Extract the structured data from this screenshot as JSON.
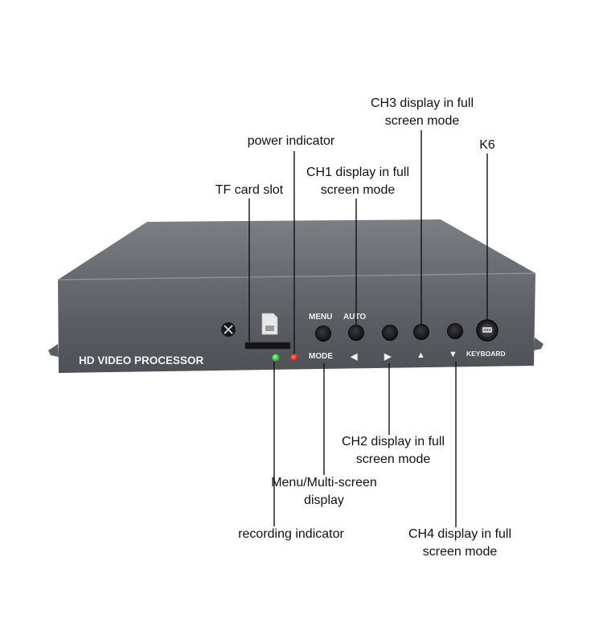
{
  "device": {
    "brand_label": "HD VIDEO PROCESSOR",
    "button_labels": {
      "menu": "MENU",
      "auto": "AUTO",
      "mode": "MODE",
      "keyboard": "KEYBOARD"
    },
    "arrow_glyphs": {
      "left": "◀",
      "right": "▶",
      "up": "▲",
      "down": "▼"
    },
    "indicator_colors": {
      "power": "#e01818",
      "recording": "#18c030"
    },
    "body_color": "#5b5e62",
    "top_color": "#6e7176"
  },
  "callouts": {
    "ch3": {
      "line1": "CH3 display in full",
      "line2": "screen mode"
    },
    "power": {
      "line1": "power indicator"
    },
    "k6": {
      "line1": "K6"
    },
    "ch1": {
      "line1": "CH1 display in full",
      "line2": "screen mode"
    },
    "tf_card": {
      "line1": "TF card slot"
    },
    "ch2": {
      "line1": "CH2 display in full",
      "line2": "screen mode"
    },
    "menu_multi": {
      "line1": "Menu/Multi-screen",
      "line2": "display"
    },
    "recording": {
      "line1": "recording indicator"
    },
    "ch4": {
      "line1": "CH4 display in full",
      "line2": "screen mode"
    }
  }
}
